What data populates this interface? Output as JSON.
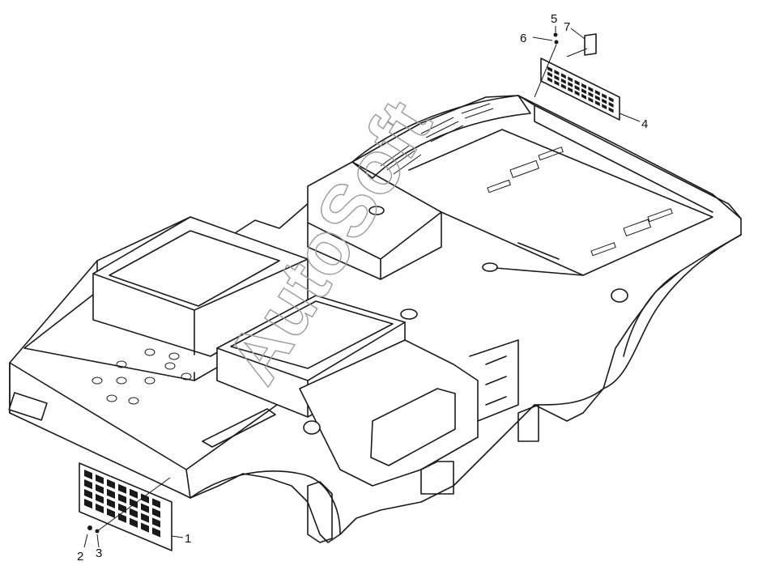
{
  "callouts": [
    {
      "id": "1",
      "label": "1"
    },
    {
      "id": "2",
      "label": "2"
    },
    {
      "id": "3",
      "label": "3"
    },
    {
      "id": "4",
      "label": "4"
    },
    {
      "id": "5",
      "label": "5"
    },
    {
      "id": "6",
      "label": "6"
    },
    {
      "id": "7",
      "label": "7"
    }
  ],
  "watermark": {
    "text": "AutoSoft"
  }
}
